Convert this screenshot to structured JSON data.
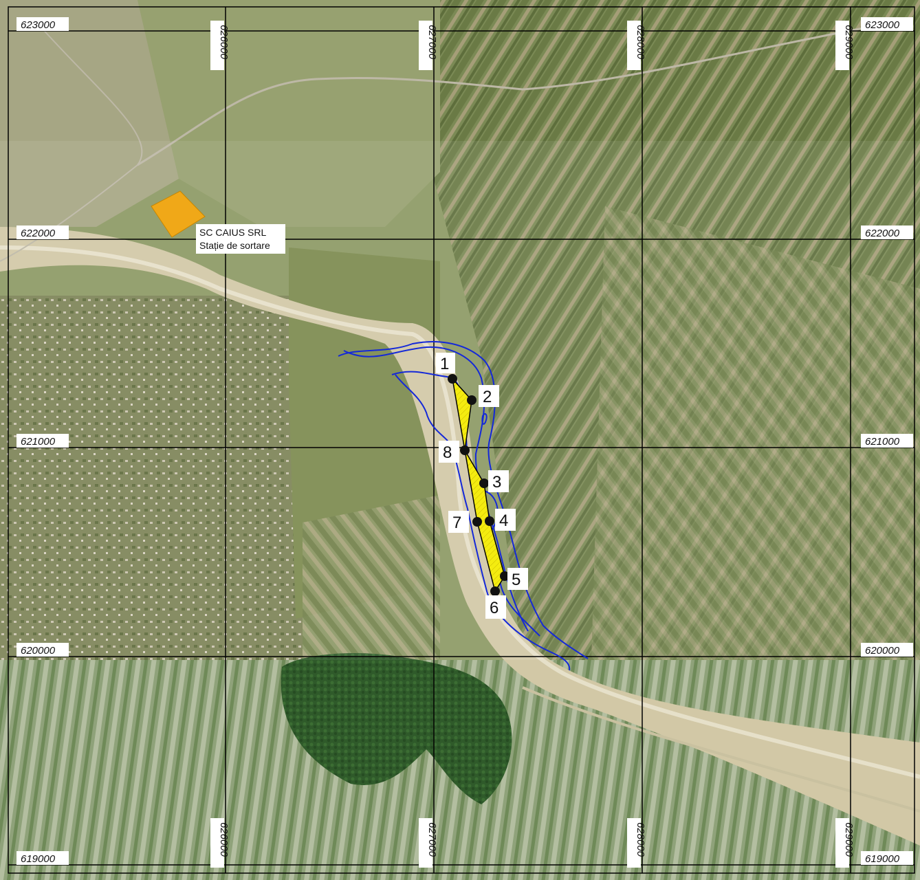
{
  "map": {
    "grid_y_labels": [
      {
        "left": "623000",
        "right": "623000"
      },
      {
        "left": "622000",
        "right": "622000"
      },
      {
        "left": "621000",
        "right": "621000"
      },
      {
        "left": "620000",
        "right": "620000"
      },
      {
        "left": "619000",
        "right": "619000"
      }
    ],
    "grid_x_labels": [
      "626000",
      "627000",
      "628000",
      "629000"
    ],
    "site": {
      "line1": "SC CAIUS SRL",
      "line2": "Stație de sortare",
      "color": "#f0a818"
    },
    "perimeter": {
      "fill": "#f4ec10",
      "stroke": "#000000"
    },
    "river_outline_color": "#1428d8",
    "points": [
      "1",
      "2",
      "3",
      "4",
      "5",
      "6",
      "7",
      "8"
    ]
  }
}
